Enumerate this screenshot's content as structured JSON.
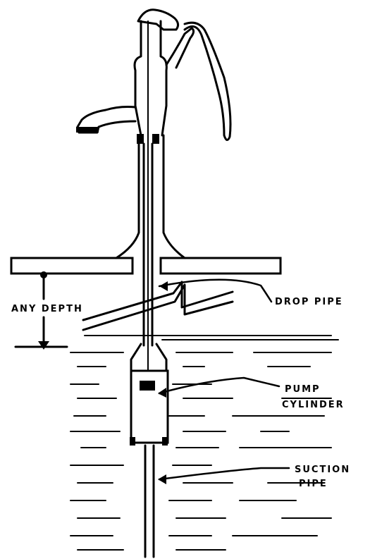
{
  "labels": {
    "any_depth": "ANY DEPTH",
    "drop_pipe": "DROP PIPE",
    "pump_cylinder_line1": "PUMP",
    "pump_cylinder_line2": "CYLINDER",
    "suction_pipe_line1": "SUCTION",
    "suction_pipe_line2": "PIPE"
  },
  "colors": {
    "ink": "#000000",
    "paper": "#ffffff"
  }
}
